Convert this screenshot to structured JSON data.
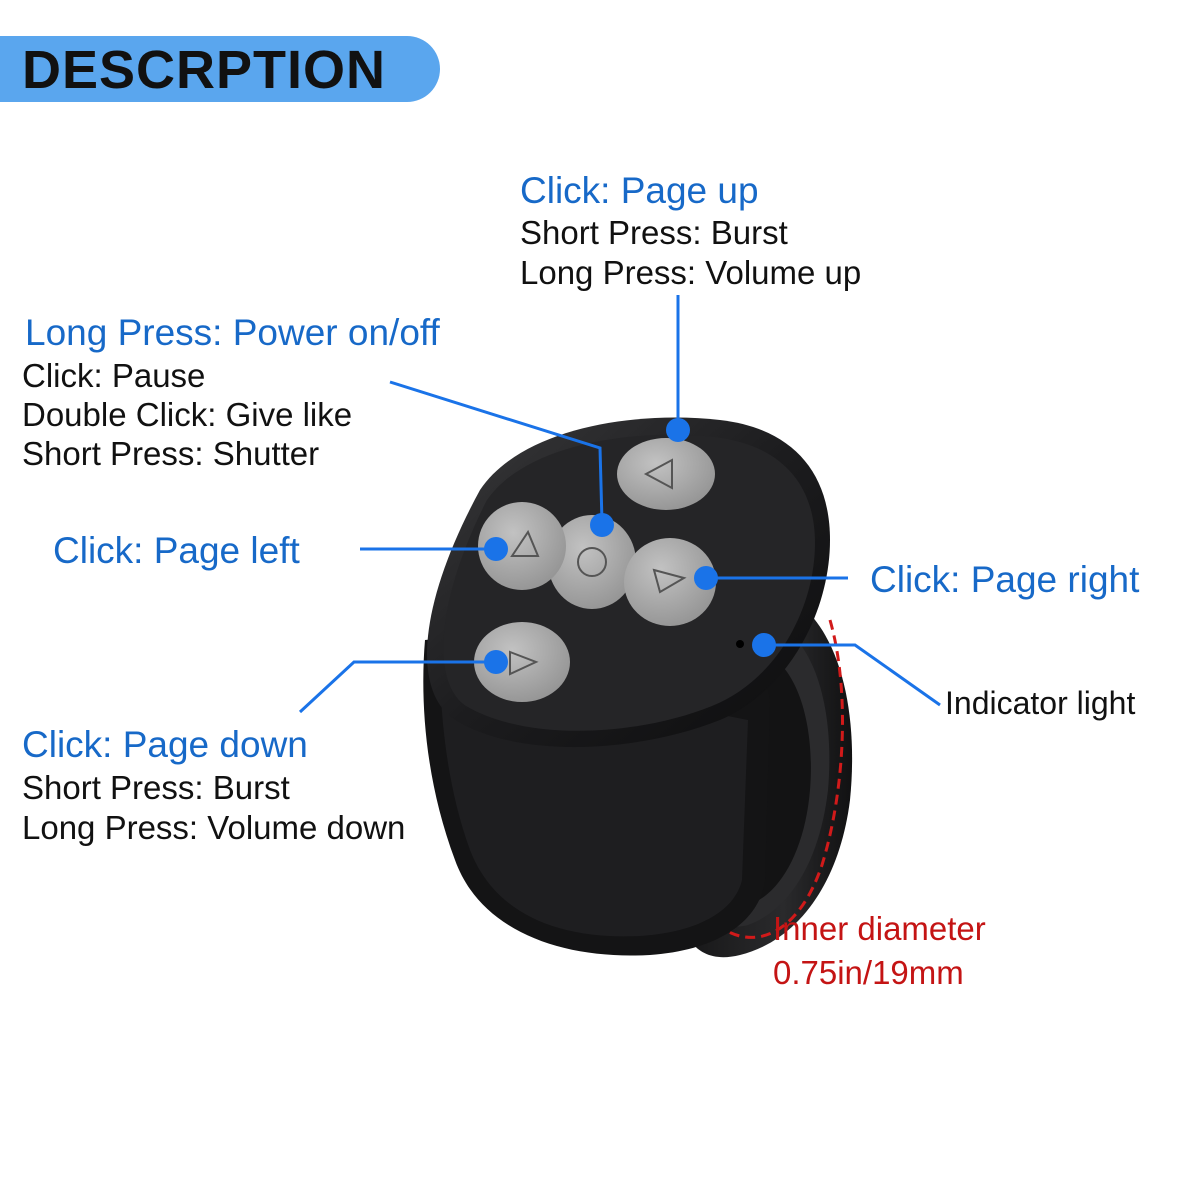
{
  "header": {
    "title": "DESCRPTION"
  },
  "callouts": {
    "page_up": {
      "title": "Click: Page up",
      "line1": "Short Press: Burst",
      "line2": "Long Press: Volume up"
    },
    "power": {
      "title": "Long Press: Power on/off",
      "line1": "Click: Pause",
      "line2": "Double Click: Give like",
      "line3": "Short Press: Shutter"
    },
    "page_left": {
      "title": "Click: Page left"
    },
    "page_right": {
      "title": "Click: Page right"
    },
    "indicator": {
      "title": "Indicator light"
    },
    "page_down": {
      "title": "Click: Page down",
      "line1": "Short Press: Burst",
      "line2": "Long Press: Volume down"
    },
    "diameter": {
      "title": "Inner diameter",
      "value": "0.75in/19mm"
    }
  },
  "colors": {
    "banner": "#5aa6ee",
    "callout_blue": "#1769c8",
    "pointer_blue": "#1a73e8",
    "diameter_red": "#c41414",
    "ring_body": "#1c1c1e",
    "button_gray": "#a5a5a5"
  },
  "icons": {
    "button_up": "triangle-up-outline-icon",
    "button_center": "circle-outline-icon",
    "button_left": "triangle-left-outline-icon",
    "button_right": "triangle-right-outline-icon",
    "button_down": "triangle-down-outline-icon"
  }
}
